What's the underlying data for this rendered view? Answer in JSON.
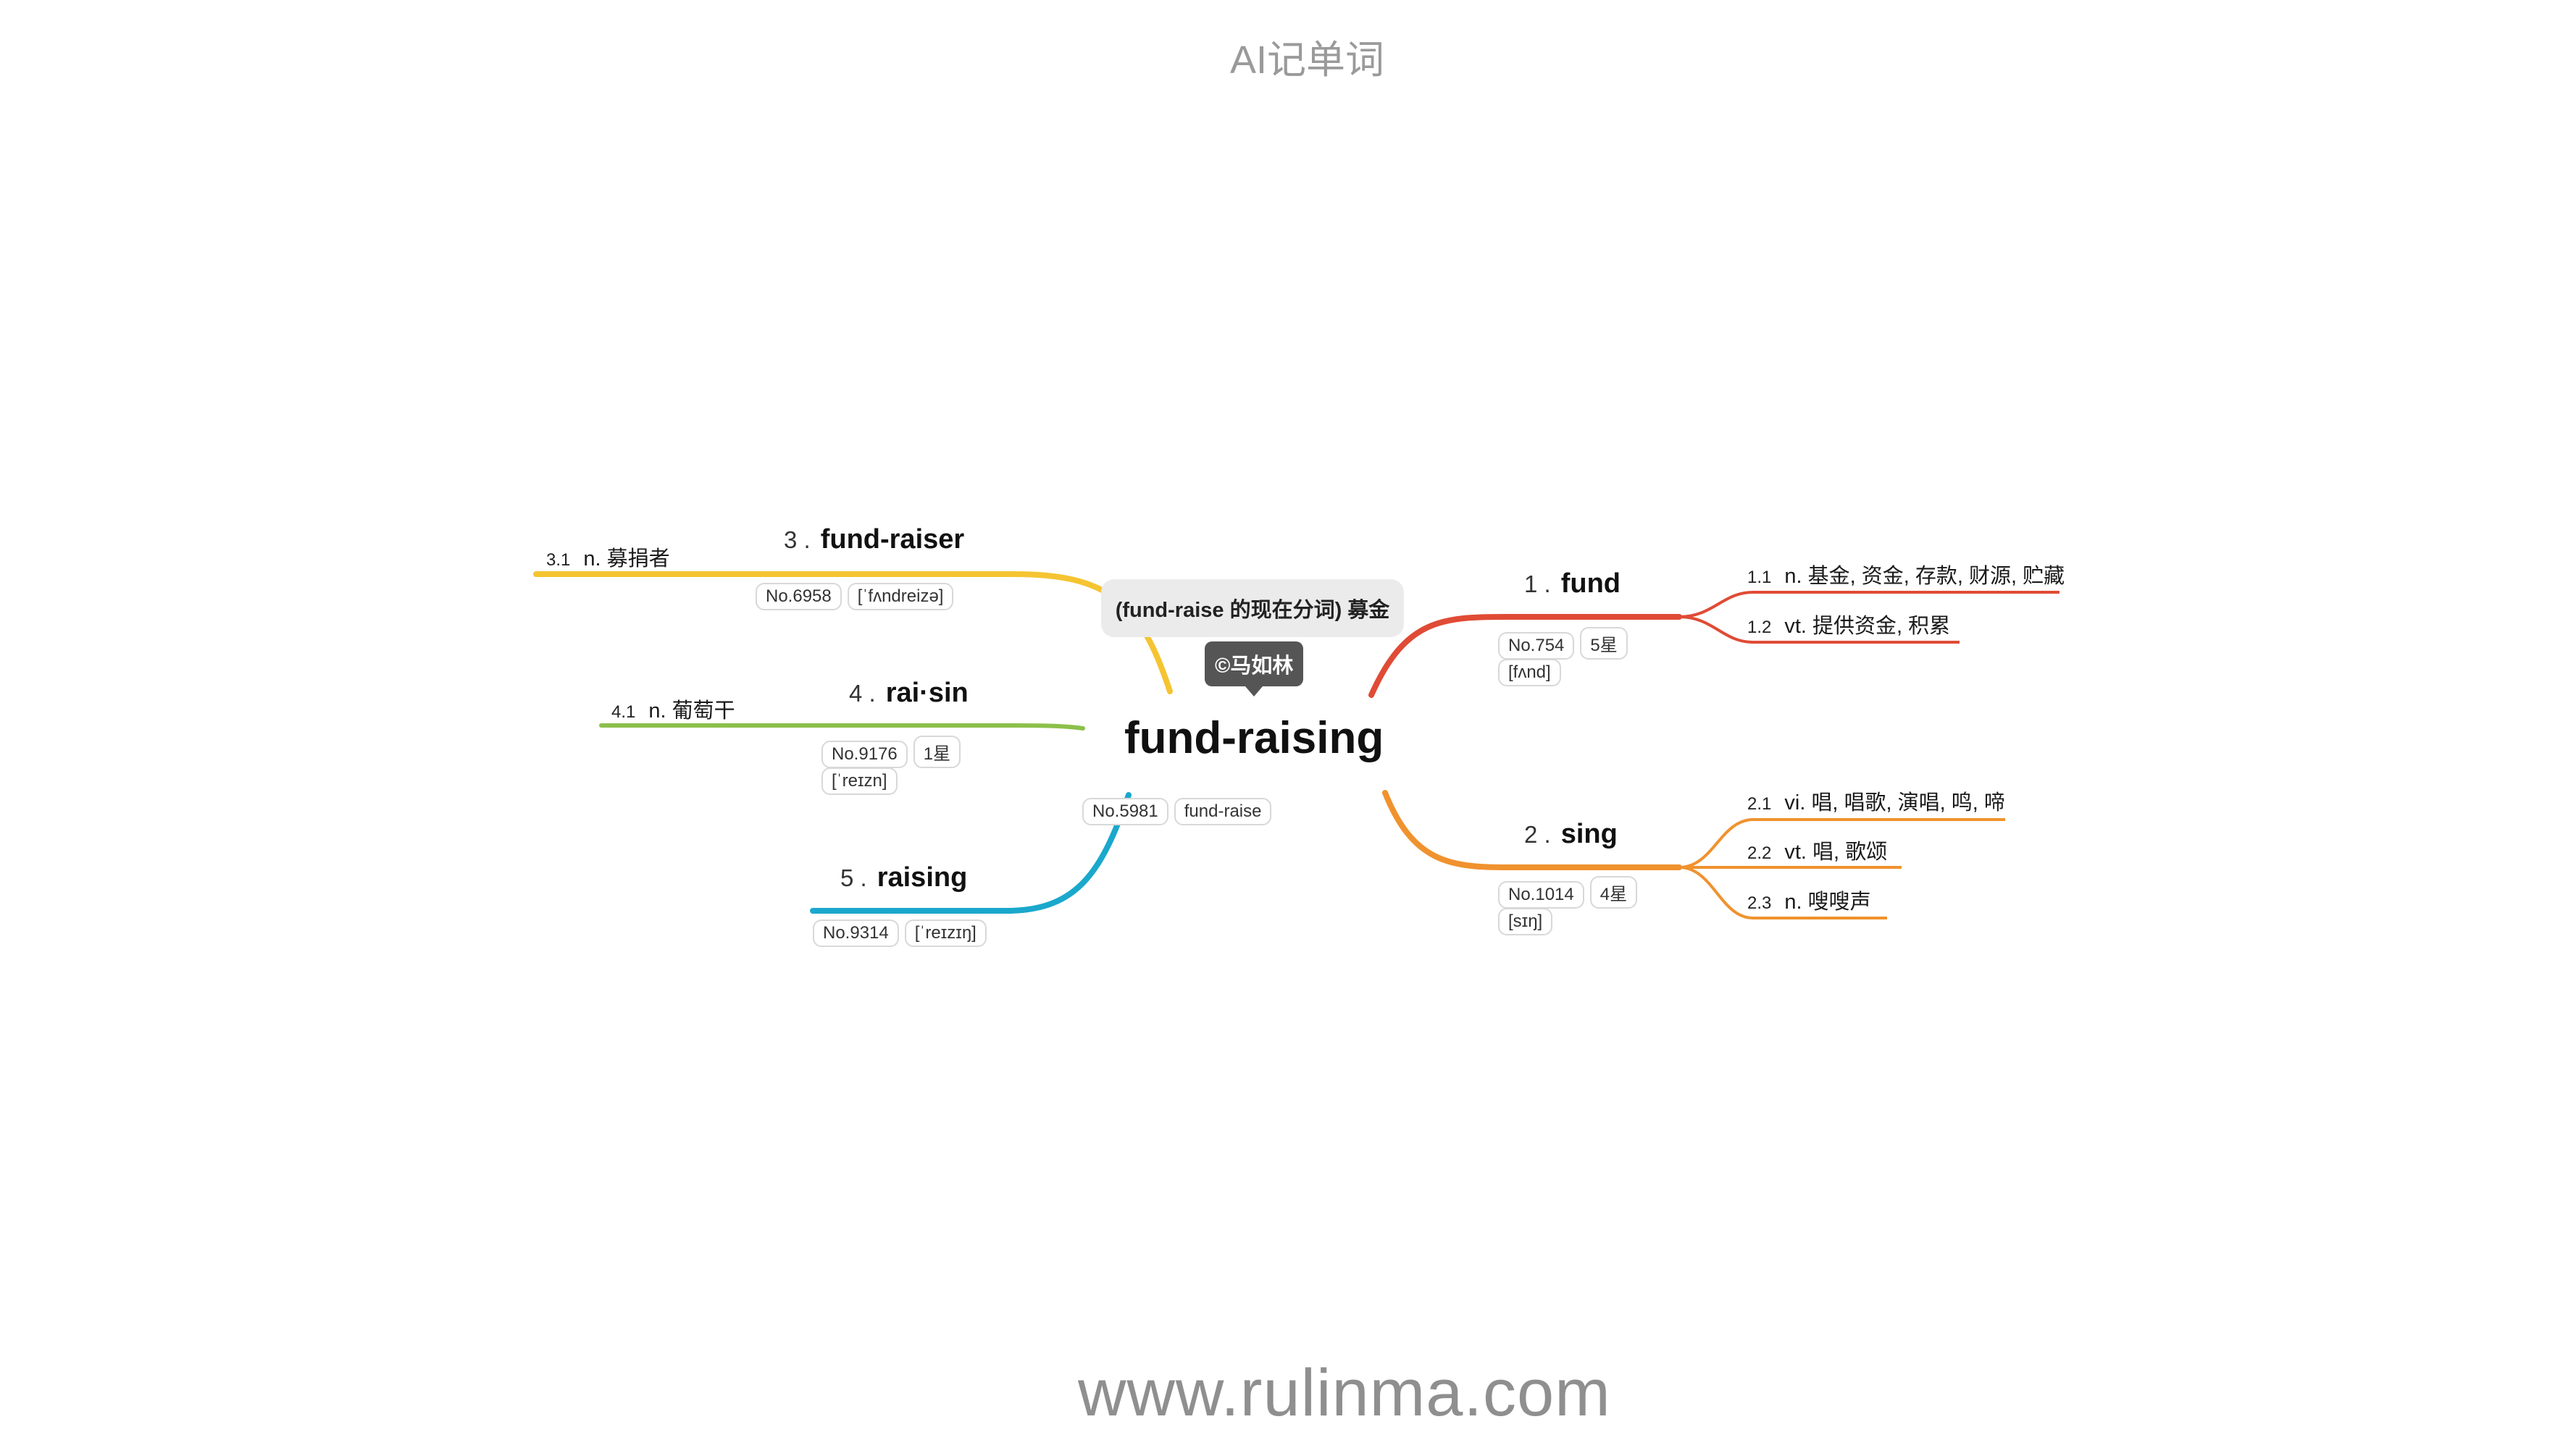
{
  "app_title": "AI记单词",
  "footer_url": "www.rulinma.com",
  "central": {
    "word": "fund-raising",
    "tags": [
      "No.5981",
      "fund-raise"
    ],
    "note": "(fund-raise 的现在分词) 募金",
    "credit": "©马如林"
  },
  "branches": [
    {
      "num": "1 .",
      "word": "fund",
      "color": "#e04b35",
      "tags": [
        "No.754",
        "5星",
        "[fʌnd]"
      ],
      "senses": [
        {
          "num": "1.1",
          "text": "n. 基金, 资金, 存款, 财源, 贮藏"
        },
        {
          "num": "1.2",
          "text": "vt. 提供资金, 积累"
        }
      ]
    },
    {
      "num": "2 .",
      "word": "sing",
      "color": "#f0922e",
      "tags": [
        "No.1014",
        "4星",
        "[sɪŋ]"
      ],
      "senses": [
        {
          "num": "2.1",
          "text": "vi. 唱, 唱歌, 演唱, 鸣, 啼"
        },
        {
          "num": "2.2",
          "text": "vt. 唱, 歌颂"
        },
        {
          "num": "2.3",
          "text": "n. 嗖嗖声"
        }
      ]
    },
    {
      "num": "3 .",
      "word": "fund-raiser",
      "color": "#f5c431",
      "tags": [
        "No.6958",
        "[ˈfʌndreizə]"
      ],
      "senses": [
        {
          "num": "3.1",
          "text": "n. 募捐者"
        }
      ]
    },
    {
      "num": "4 .",
      "word": "rai·sin",
      "color": "#8cc04a",
      "tags": [
        "No.9176",
        "1星",
        "[ˈreɪzn]"
      ],
      "senses": [
        {
          "num": "4.1",
          "text": "n. 葡萄干"
        }
      ]
    },
    {
      "num": "5 .",
      "word": "raising",
      "color": "#1aa8cc",
      "tags": [
        "No.9314",
        "[ˈreɪzɪŋ]"
      ],
      "senses": []
    }
  ]
}
